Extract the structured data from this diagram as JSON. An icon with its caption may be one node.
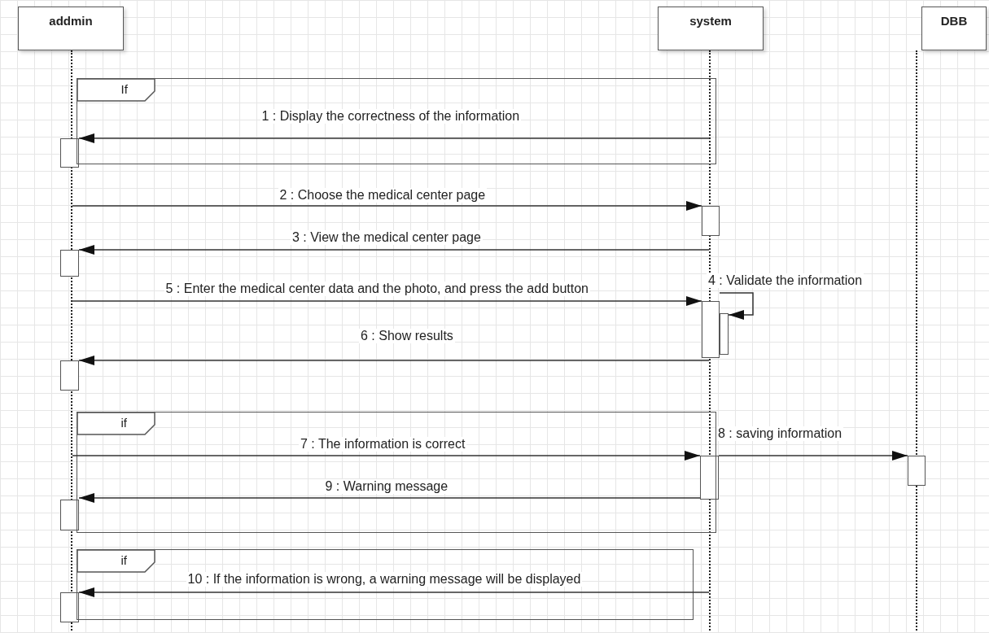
{
  "diagram": {
    "nodes": [
      {
        "text": [
          "addmin"
        ]
      },
      {
        "text": [
          "system"
        ]
      },
      {
        "text": [
          "DBB"
        ]
      },
      {
        "text": [],
        "shape": "line"
      },
      {
        "text": [],
        "shape": "line"
      },
      {
        "text": [],
        "shape": "line"
      },
      {
        "text": [],
        "shape": "bar"
      },
      {
        "text": [],
        "shape": "bar"
      },
      {
        "text": [],
        "shape": "bar"
      },
      {
        "text": [],
        "shape": "bar"
      },
      {
        "text": [],
        "shape": "bar"
      },
      {
        "text": [],
        "shape": "bar"
      },
      {
        "text": [],
        "shape": "bar"
      },
      {
        "text": [],
        "shape": "bar"
      },
      {
        "text": [],
        "shape": "bar"
      },
      {
        "text": [],
        "shape": "bar"
      }
    ],
    "labels": [
      "If",
      "if",
      "if"
    ],
    "edges": [
      {
        "from": 4,
        "to": 6,
        "arrow": "to",
        "label": "1 : Display the correctness of the information"
      },
      {
        "from": 3,
        "to": 7,
        "arrow": "to",
        "label": "2 : Choose the medical center page"
      },
      {
        "from": 4,
        "to": 8,
        "arrow": "to",
        "label": "3 : View the medical center page"
      },
      {
        "from": 9,
        "to": 10,
        "arrow": "to",
        "label": "4 : Validate the information"
      },
      {
        "from": 3,
        "to": 9,
        "arrow": "to",
        "label": "5 : Enter the medical center data and the photo, and press the add button"
      },
      {
        "from": 4,
        "to": 11,
        "arrow": "to",
        "label": "6 : Show results"
      },
      {
        "from": 3,
        "to": 12,
        "arrow": "to",
        "label": "7 : The information is correct"
      },
      {
        "from": 12,
        "to": 13,
        "arrow": "to",
        "label": "8 : saving information"
      },
      {
        "from": 12,
        "to": 14,
        "arrow": "to",
        "label": "9 : Warning message"
      },
      {
        "from": 4,
        "to": 15,
        "arrow": "to",
        "label": "10 : If the information is wrong, a warning message will be displayed"
      }
    ]
  }
}
